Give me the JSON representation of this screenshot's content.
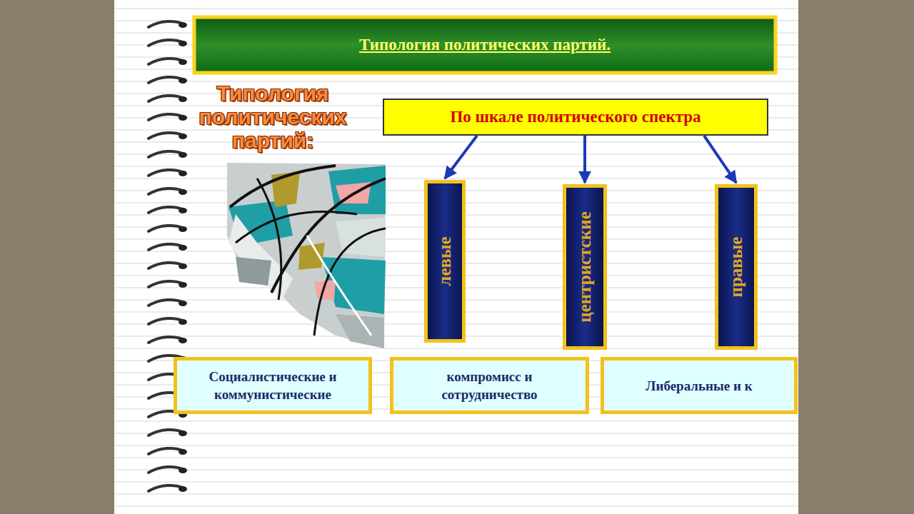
{
  "diagram": {
    "title": "Типология политических партий.",
    "nodes": [
      {
        "text": [
          "По шкале политического спектра"
        ]
      },
      {
        "text": [
          "левые"
        ]
      },
      {
        "text": [
          "центристские"
        ]
      },
      {
        "text": [
          "правые"
        ]
      },
      {
        "text": [
          "Социалистические и коммунистические"
        ]
      },
      {
        "text": [
          "компромисс и сотрудничество"
        ]
      },
      {
        "text": [
          "Либеральные и к"
        ]
      }
    ],
    "edges": [
      {
        "from": 0,
        "to": 1,
        "arrow": "to"
      },
      {
        "from": 0,
        "to": 2,
        "arrow": "to"
      },
      {
        "from": 0,
        "to": 3,
        "arrow": "to"
      }
    ],
    "labels": [
      "Типология политических партий:"
    ]
  }
}
